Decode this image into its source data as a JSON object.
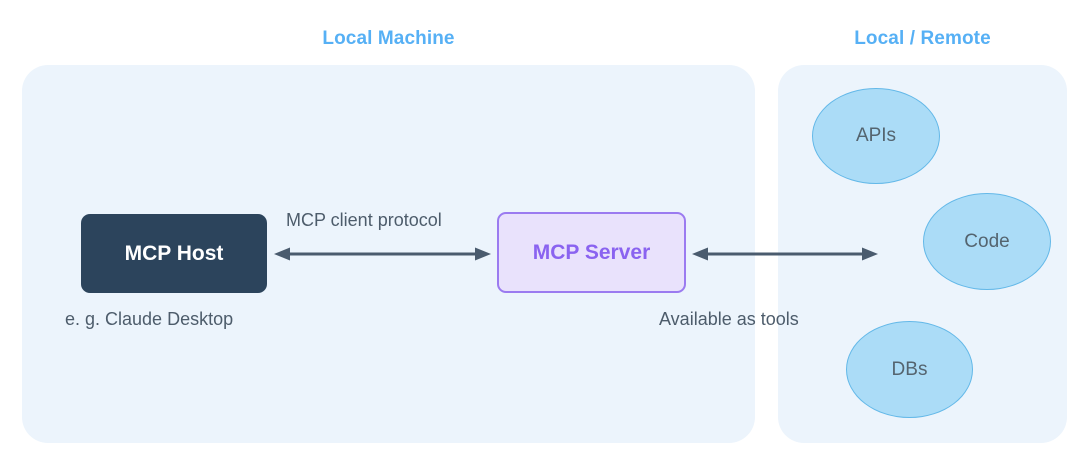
{
  "diagram": {
    "panels": [
      {
        "key": "local",
        "heading": "Local Machine"
      },
      {
        "key": "remote",
        "heading": "Local / Remote"
      }
    ],
    "nodes": [
      {
        "key": "mcp_host",
        "label": "MCP Host"
      },
      {
        "key": "mcp_server",
        "label": "MCP Server"
      }
    ],
    "resources": [
      {
        "key": "apis",
        "label": "APIs"
      },
      {
        "key": "code",
        "label": "Code"
      },
      {
        "key": "dbs",
        "label": "DBs"
      }
    ],
    "captions": {
      "protocol": "MCP client protocol",
      "example": "e. g. Claude Desktop",
      "tools": "Available as tools"
    },
    "colors": {
      "panel_background": "#ecf4fc",
      "heading_blue": "#56b0f5",
      "host_navy": "#2c445c",
      "server_purple_border": "#9b7bf0",
      "server_purple_fill": "#e9e2fc",
      "server_purple_text": "#8a63f0",
      "ellipse_fill": "#abdcf7",
      "ellipse_border": "#63b8e8",
      "text_slate": "#4d5c6b",
      "arrow_slate": "#4a5b6e",
      "page_background": "#ffffff"
    }
  }
}
